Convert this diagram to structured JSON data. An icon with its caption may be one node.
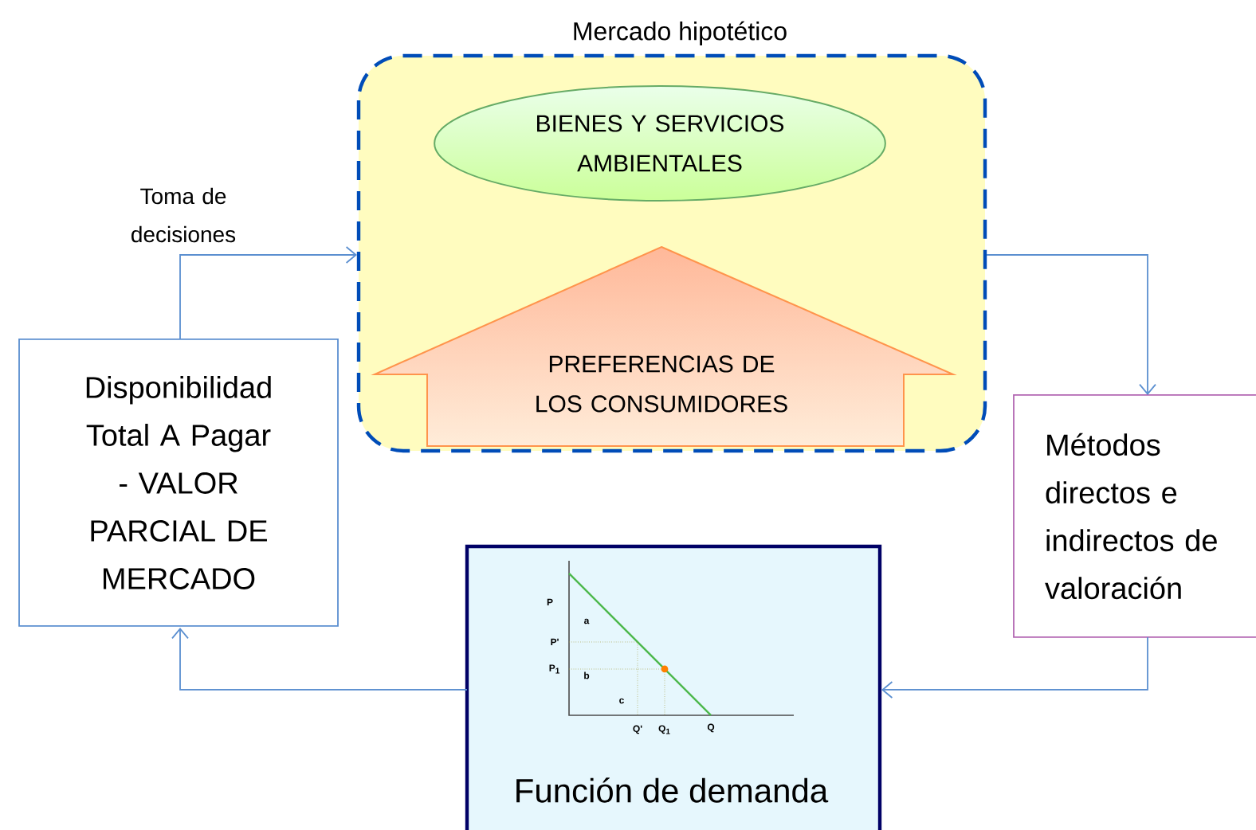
{
  "diagram": {
    "nodes": [
      {
        "text": [
          "Mercado hipotético"
        ]
      },
      {
        "text": [
          "BIENES Y SERVICIOS AMBIENTALES"
        ],
        "in": 0
      },
      {
        "text": [
          "PREFERENCIAS DE LOS CONSUMIDORES"
        ],
        "in": 0
      },
      {
        "text": [
          "Disponibilidad Total A Pagar - VALOR PARCIAL DE MERCADO"
        ]
      },
      {
        "text": [
          "Métodos directos e indirectos de valoración"
        ]
      },
      {
        "text": [
          "Función de demanda"
        ]
      }
    ],
    "edges": [
      {
        "from": 3,
        "to": 0,
        "arrow": "to",
        "label": "Toma de decisiones"
      },
      {
        "from": 0,
        "to": 4,
        "arrow": "to"
      },
      {
        "from": 4,
        "to": 5,
        "arrow": "to"
      },
      {
        "from": 5,
        "to": 3,
        "arrow": "to"
      }
    ],
    "labels": [
      "P",
      "a",
      "P'",
      "P$_{1}$",
      "b",
      "c",
      "Q'",
      "Q$_{1}$",
      "Q"
    ]
  }
}
